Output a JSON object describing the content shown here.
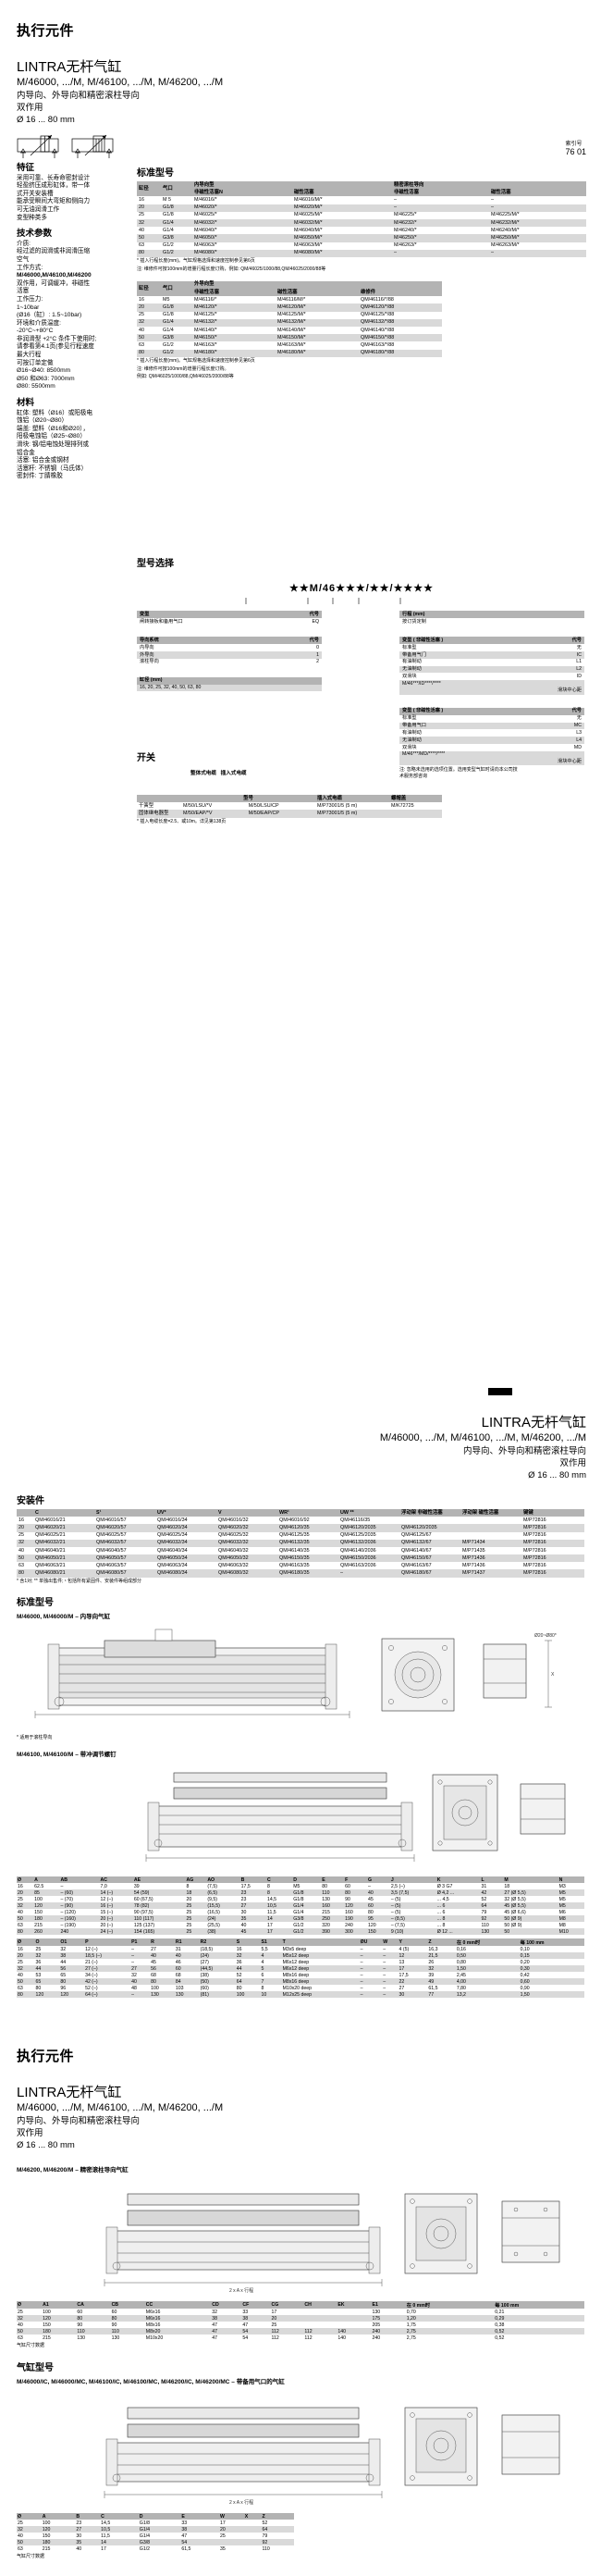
{
  "page1": {
    "section_title": "执行元件",
    "product_title": "LINTRA无杆气缸",
    "model_line": "M/46000, .../M, M/46100, .../M, M/46200, .../M",
    "guide_line": "内导向、外导向和精密滚柱导向",
    "action_line": "双作用",
    "bore_line": "Ø 16 ... 80 mm",
    "index_label": "索引号",
    "index_value": "76 01",
    "features_title": "特征",
    "features": [
      "采用可靠、长寿命密封设计",
      "轻盈挤压成形缸体，带一体",
      "式开关安装槽",
      "能承受瞬间大弯矩和侧向力",
      "可无油润滑工作",
      "变型种类多"
    ],
    "tech_title": "技术参数",
    "tech": [
      "介质:",
      "经过滤的润滑或非润滑压缩",
      "空气",
      "工作方式:",
      "M/46000,M/46100,M/46200",
      "双作用，可调缓冲，非磁性",
      "活塞",
      "工作压力:",
      "1~10bar",
      "(Ø16（缸）: 1.5~10bar)",
      "环境和介质温度:",
      "-20°C~+80°C",
      "非润滑型 +2°C 条件下使用时;",
      "请参看第4.1页(参见行程速度",
      "最大行程",
      "可按订单定做",
      "Ø16~Ø40: 8500mm",
      "Ø50 和Ø63: 7000mm",
      "Ø80: 5500mm"
    ],
    "materials_title": "材料",
    "materials": [
      "缸体: 塑料（Ø16）或阳极电",
      "蚀铝（Ø20~Ø80）",
      "端盖: 塑料（Ø16和Ø20），",
      "阳极电蚀铝（Ø25~Ø80）",
      "滑块: 钢/铝电蚀处理排列或",
      "铝合金",
      "活塞: 铝合金或钢材",
      "活塞杆: 不锈钢（马氏体）",
      "密封件: 丁腈橡胶"
    ],
    "std_title": "标准型号",
    "std_table_1": {
      "group_headers": [
        "缸径",
        "气口",
        "内导向型",
        "",
        "精密滚柱导向",
        ""
      ],
      "headers": [
        "缸径",
        "气口",
        "非磁性活塞N",
        "磁性活塞",
        "非磁性活塞",
        "磁性活塞"
      ],
      "rows": [
        [
          "16",
          "M 5",
          "M/46016/*",
          "M/46016/M/*",
          "–",
          "–"
        ],
        [
          "20",
          "G1/8",
          "M/46020/*",
          "M/46020/M/*",
          "–",
          "–"
        ],
        [
          "25",
          "G1/8",
          "M/46025/*",
          "M/46025/M/*",
          "M/46225/*",
          "M/46225/M/*"
        ],
        [
          "32",
          "G1/4",
          "M/46032/*",
          "M/46032/M/*",
          "M/46232/*",
          "M/46232/M/*"
        ],
        [
          "40",
          "G1/4",
          "M/46040/*",
          "M/46040/M/*",
          "M/46240/*",
          "M/46240/M/*"
        ],
        [
          "50",
          "G3/8",
          "M/46050/*",
          "M/46050/M/*",
          "M/46250/*",
          "M/46250/M/*"
        ],
        [
          "63",
          "G1/2",
          "M/46063/*",
          "M/46063/M/*",
          "M/46263/*",
          "M/46263/M/*"
        ],
        [
          "80",
          "G1/2",
          "M/46080/*",
          "M/46080/M/*",
          "–",
          "–"
        ]
      ],
      "note1": "* 插入行程长度(mm)。气缸规格选择和速度控制参见第6页",
      "note2": "注: 维修件可按100mm的增量行程长度订购，例如: QM/46025/1000/88,QM/46025/2000/88等"
    },
    "std_table_2": {
      "group_headers": [
        "缸径",
        "气口",
        "外导向型",
        "",
        ""
      ],
      "headers": [
        "缸径",
        "气口",
        "非磁性活塞",
        "磁性活塞",
        "维修件"
      ],
      "rows": [
        [
          "16",
          "M5",
          "M/46116/*",
          "M/46116/M/*",
          "QM/46116/*/88"
        ],
        [
          "20",
          "G1/8",
          "M/46120/*",
          "M/46120/M/*",
          "QM/46120/*/88"
        ],
        [
          "25",
          "G1/8",
          "M/46125/*",
          "M/46125/M/*",
          "QM/46125/*/88"
        ],
        [
          "32",
          "G1/4",
          "M/46132/*",
          "M/46132/M/*",
          "QM/46132/*/88"
        ],
        [
          "40",
          "G1/4",
          "M/46140/*",
          "M/46140/M/*",
          "QM/46140/*/88"
        ],
        [
          "50",
          "G3/8",
          "M/46150/*",
          "M/46150/M/*",
          "QM/46150/*/88"
        ],
        [
          "63",
          "G1/2",
          "M/46163/*",
          "M/46163/M/*",
          "QM/46163/*/88"
        ],
        [
          "80",
          "G1/2",
          "M/46180/*",
          "M/46180/M/*",
          "QM/46180/*/88"
        ]
      ],
      "note1": "* 插入行程长度(mm)。气缸规格选择和速度控制参见第6页",
      "note2": "注: 维修件可按100mm的增量行程长度订购。",
      "note3": "例如: QM/46025/1000/88,QM/46025/2000/88等"
    },
    "select_title": "型号选择",
    "code_line": "★★M/46★★★/★★/★★★★",
    "opt_variant": {
      "title": "变型",
      "code": "代号",
      "rows": [
        [
          "闸转接板和备用气口",
          "EQ"
        ]
      ]
    },
    "opt_guide": {
      "title": "导向系统",
      "code": "代号",
      "rows": [
        [
          "内导向",
          "0"
        ],
        [
          "外导向",
          "1"
        ],
        [
          "滚柱导向",
          "2"
        ]
      ]
    },
    "opt_bore": {
      "title": "缸径 (mm)",
      "rows": [
        [
          "16, 20, 25, 32, 40, 50, 63, 80"
        ]
      ]
    },
    "opt_stroke": {
      "title": "行程 (mm)",
      "rows": [
        [
          "按订货定制"
        ]
      ]
    },
    "opt_typeA": {
      "title": "变型 ( 非磁性活塞 )",
      "code": "代号",
      "rows": [
        [
          "标准型",
          "无"
        ],
        [
          "带备用气门",
          "IC"
        ],
        [
          "有油制动",
          "L1"
        ],
        [
          "无油制动",
          "L2"
        ],
        [
          "双滑块",
          "ID"
        ]
      ],
      "model": "M/46***/ID****/****",
      "model_note": "滑块中心距"
    },
    "opt_typeB": {
      "title": "变型 ( 非磁性活塞 )",
      "code": "代号",
      "rows": [
        [
          "标准型",
          "无"
        ],
        [
          "带备用气口",
          "MC"
        ],
        [
          "有油制动",
          "L3"
        ],
        [
          "无油制动",
          "L4"
        ],
        [
          "双滑块",
          "MD"
        ]
      ],
      "model": "M/46***/MD/****/****",
      "model_note": "滑块中心距",
      "footnote": "注: 忽略未选用的选项位置。选用变型气缸时请向本公司技术服务部咨询"
    },
    "switch_title": "开关",
    "switch_table": {
      "headers": [
        "",
        "型号",
        "",
        "插入式电缆",
        "螺帽盖"
      ],
      "subhead": [
        "整体式电缆",
        "插入式电缆"
      ],
      "rows": [
        [
          "干簧型",
          "M/50/LSU/*V",
          "M/50/LSU/CP",
          "M/P73001/5 (5 m)",
          "M/K72725"
        ],
        [
          "固体继电器型",
          "M/50/EAP/*V",
          "M/50/EAP/CP",
          "M/P73001/5 (5 m)",
          ""
        ]
      ],
      "note": "* 插入电缆长度=2.5、或10m。详见第138页"
    }
  },
  "page2": {
    "product_title": "LINTRA无杆气缸",
    "model_line": "M/46000, .../M, M/46100, .../M, M/46200, .../M",
    "guide_line": "内导向、外导向和精密滚柱导向",
    "action_line": "双作用",
    "bore_line": "Ø 16 ... 80 mm",
    "mount_title": "安装件",
    "mount_headers": [
      "C",
      "S¹",
      "UV*",
      "V",
      "WR¹",
      "UW **",
      "浮动架 非磁性活塞",
      "浮动架 磁性活塞",
      "键键"
    ],
    "mount_rows": [
      [
        "16",
        "QM/46016/21",
        "QM/46016/57",
        "QM/46016/34",
        "QM/46016/32",
        "QM/46016/92",
        "QM/46116/35",
        "",
        "",
        "M/P72816"
      ],
      [
        "20",
        "QM/46020/21",
        "QM/46020/57",
        "QM/46020/34",
        "QM/46020/32",
        "QM/46120/35",
        "QM/46120/2035",
        "QM/46120/2035",
        "",
        "M/P72816"
      ],
      [
        "25",
        "QM/46025/21",
        "QM/46025/57",
        "QM/46025/34",
        "QM/46025/32",
        "QM/46125/35",
        "QM/46125/2035",
        "QM/46125/67",
        "",
        "M/P72816"
      ],
      [
        "32",
        "QM/46032/21",
        "QM/46032/57",
        "QM/46032/34",
        "QM/46032/32",
        "QM/46132/35",
        "QM/46132/2036",
        "QM/46132/67",
        "M/P71434",
        "M/P72816"
      ],
      [
        "40",
        "QM/46040/21",
        "QM/46040/57",
        "QM/46040/34",
        "QM/46040/32",
        "QM/46140/35",
        "QM/46140/2036",
        "QM/46140/67",
        "M/P71435",
        "M/P72816"
      ],
      [
        "50",
        "QM/46050/21",
        "QM/46050/57",
        "QM/46050/34",
        "QM/46050/32",
        "QM/46150/35",
        "QM/46150/2036",
        "QM/46150/67",
        "M/P71436",
        "M/P72816"
      ],
      [
        "63",
        "QM/46063/21",
        "QM/46063/57",
        "QM/46063/34",
        "QM/46063/32",
        "QM/46163/35",
        "QM/46163/2036",
        "QM/46163/67",
        "M/P71436",
        "M/P72816"
      ],
      [
        "80",
        "QM/46080/21",
        "QM/46080/57",
        "QM/46080/34",
        "QM/46080/32",
        "QM/46180/35",
        "–",
        "QM/46180/67",
        "M/P71437",
        "M/P72816"
      ]
    ],
    "mount_note": "* 含1对; ** 单独出售件; ¹ 包括所有紧固件、安装件等组成部分",
    "draw1_title": "标准型号",
    "draw1_sub": "M/46000, M/46000/M – 内导向气缸",
    "draw1_note": "* 适用于滚柱导向",
    "draw2_sub": "M/46100, M/46100/M – 带冲调节螺钉",
    "dim1_headers": [
      "Ø",
      "A",
      "AB",
      "AC",
      "AE",
      "AG",
      "AO",
      "B",
      "C",
      "D",
      "E",
      "F",
      "G",
      "J",
      "K",
      "L",
      "M",
      "N"
    ],
    "dim1_rows": [
      [
        "16",
        "62.5",
        "–",
        "7,0",
        "39",
        "8",
        "(7,5)",
        "17,5",
        "8",
        "M5",
        "80",
        "60",
        "–",
        "2,5 (–)",
        "Ø 3 G7",
        "31",
        "18",
        "M3"
      ],
      [
        "20",
        "85",
        "– (60)",
        "14 (–)",
        "54 (59)",
        "18",
        "(6,5)",
        "23",
        "8",
        "G1/8",
        "110",
        "80",
        "40",
        "3,5 (7,5)",
        "Ø 4,2 ...",
        "42",
        "27 (Ø 5,5)",
        "M5"
      ],
      [
        "25",
        "100",
        "– (70)",
        "12 (–)",
        "60 (67,5)",
        "20",
        "(9,5)",
        "23",
        "14,5",
        "G1/8",
        "130",
        "90",
        "45",
        "– (5)",
        "... 4,5",
        "52",
        "32 (Ø 5,5)",
        "M5"
      ],
      [
        "32",
        "120",
        "– (90)",
        "16 (–)",
        "78 (82)",
        "25",
        "(15,5)",
        "27",
        "10,5",
        "G1/4",
        "160",
        "120",
        "60",
        "– (5)",
        "... 6",
        "64",
        "45 (Ø 5,5)",
        "M5"
      ],
      [
        "40",
        "150",
        "– (120)",
        "15 (–)",
        "90 (97,5)",
        "25",
        "(16,5)",
        "30",
        "11,5",
        "G1/4",
        "215",
        "160",
        "80",
        "– (5)",
        "... 6",
        "79",
        "45 (Ø 6,6)",
        "M6"
      ],
      [
        "50",
        "180",
        "– (160)",
        "20 (–)",
        "110 (117)",
        "25",
        "(24)",
        "35",
        "14",
        "G3/8",
        "250",
        "190",
        "95",
        "– (8,5)",
        "... 8",
        "92",
        "50 (Ø 9)",
        "M8"
      ],
      [
        "63",
        "215",
        "– (190)",
        "20 (–)",
        "125 (137)",
        "25",
        "(25,5)",
        "40",
        "17",
        "G1/2",
        "320",
        "240",
        "120",
        "– (7,5)",
        "... 8",
        "110",
        "50 (Ø 9)",
        "M8"
      ],
      [
        "80",
        "260",
        "240",
        "24 (–)",
        "154 (165)",
        "25",
        "(38)",
        "45",
        "17",
        "G1/2",
        "390",
        "300",
        "150",
        "9 (10)",
        "Ø 12 ...",
        "130",
        "50",
        "M10"
      ]
    ],
    "dim2_headers": [
      "Ø",
      "O",
      "O1",
      "P",
      "P1",
      "R",
      "R1",
      "R2",
      "S",
      "S1",
      "T",
      "ØU",
      "W",
      "Y",
      "Z",
      "在 0 mm时",
      "每 100 mm"
    ],
    "dim2_rows": [
      [
        "16",
        "25",
        "32",
        "12 (–)",
        "–",
        "27",
        "31",
        "(18,5)",
        "16",
        "5,5",
        "M3x5 deep",
        "–",
        "–",
        "4 (5)",
        "16,3",
        "0,16",
        "0,10"
      ],
      [
        "20",
        "32",
        "38",
        "18,5 (–)",
        "–",
        "40",
        "40",
        "(24)",
        "32",
        "4",
        "M5x12 deep",
        "–",
        "–",
        "12",
        "21,5",
        "0,50",
        "0,15"
      ],
      [
        "25",
        "36",
        "44",
        "21 (–)",
        "–",
        "45",
        "46",
        "(27)",
        "36",
        "4",
        "M6x12 deep",
        "–",
        "–",
        "13",
        "26",
        "0,80",
        "0,20"
      ],
      [
        "32",
        "44",
        "56",
        "27 (–)",
        "27",
        "56",
        "60",
        "(44,5)",
        "44",
        "5",
        "M6x12 deep",
        "–",
        "–",
        "17",
        "32",
        "1,50",
        "0,30"
      ],
      [
        "40",
        "53",
        "65",
        "34 (–)",
        "32",
        "68",
        "68",
        "(38)",
        "52",
        "6",
        "M8x16 deep",
        "–",
        "–",
        "17,5",
        "39",
        "2,45",
        "0,42"
      ],
      [
        "50",
        "65",
        "80",
        "42 (–)",
        "40",
        "80",
        "84",
        "(50)",
        "64",
        "7",
        "M8x16 deep",
        "–",
        "–",
        "22",
        "49",
        "4,00",
        "0,60"
      ],
      [
        "63",
        "80",
        "96",
        "52 (–)",
        "48",
        "100",
        "103",
        "(60)",
        "80",
        "8",
        "M10x20 deep",
        "–",
        "–",
        "27",
        "61,5",
        "7,80",
        "0,90"
      ],
      [
        "80",
        "120",
        "120",
        "64 (–)",
        "–",
        "130",
        "130",
        "(81)",
        "100",
        "10",
        "M12x25 deep",
        "–",
        "–",
        "30",
        "77",
        "13,2",
        "1,50"
      ]
    ]
  },
  "page3": {
    "section_title": "执行元件",
    "product_title": "LINTRA无杆气缸",
    "model_line": "M/46000, .../M, M/46100, .../M, M/46200, .../M",
    "guide_line": "内导向、外导向和精密滚柱导向",
    "action_line": "双作用",
    "bore_line": "Ø 16 ... 80 mm",
    "draw3_sub": "M/46200, M/46200/M – 精密滚柱导向气缸",
    "dim3_headers": [
      "Ø",
      "A1",
      "CA",
      "CB",
      "CC",
      "CD",
      "CF",
      "CG",
      "CH",
      "EK",
      "E1",
      "在 0 mm时",
      "每 100 mm"
    ],
    "dim3_rows": [
      [
        "25",
        "100",
        "60",
        "60",
        "M6x16",
        "32",
        "33",
        "17",
        "",
        "",
        "130",
        "0,70",
        "0,21"
      ],
      [
        "32",
        "120",
        "80",
        "80",
        "M6x16",
        "38",
        "38",
        "20",
        "",
        "",
        "175",
        "1,20",
        "0,29"
      ],
      [
        "40",
        "150",
        "90",
        "90",
        "M8x16",
        "47",
        "47",
        "25",
        "",
        "",
        "205",
        "1,75",
        "0,38"
      ],
      [
        "50",
        "180",
        "110",
        "110",
        "M8x20",
        "47",
        "54",
        "112",
        "112",
        "140",
        "240",
        "2,75",
        "0,52"
      ],
      [
        "63",
        "215",
        "130",
        "130",
        "M10x20",
        "47",
        "54",
        "112",
        "112",
        "140",
        "240",
        "2,75",
        "0,52"
      ]
    ],
    "dim3_note": "气缸尺寸数据",
    "draw4_title": "气缸型号",
    "draw4_sub": "M/46000/IC, M/46000/MC, M/46100/IC, M/46100/MC, M/46200/IC, M/46200/MC – 带备用气口的气缸",
    "dim4_headers": [
      "Ø",
      "A",
      "B",
      "C",
      "D",
      "E",
      "W",
      "X",
      "Z"
    ],
    "dim4_rows": [
      [
        "25",
        "100",
        "23",
        "14,5",
        "G1/8",
        "33",
        "17",
        "",
        "52"
      ],
      [
        "32",
        "120",
        "27",
        "10,5",
        "G1/4",
        "38",
        "20",
        "",
        "64"
      ],
      [
        "40",
        "150",
        "30",
        "11,5",
        "G1/4",
        "47",
        "25",
        "",
        "79"
      ],
      [
        "50",
        "180",
        "35",
        "14",
        "G3/8",
        "54",
        "",
        "",
        "92"
      ],
      [
        "63",
        "215",
        "40",
        "17",
        "G1/2",
        "61,5",
        "35",
        "",
        "110"
      ]
    ],
    "dim4_note": "气缸尺寸数据"
  }
}
